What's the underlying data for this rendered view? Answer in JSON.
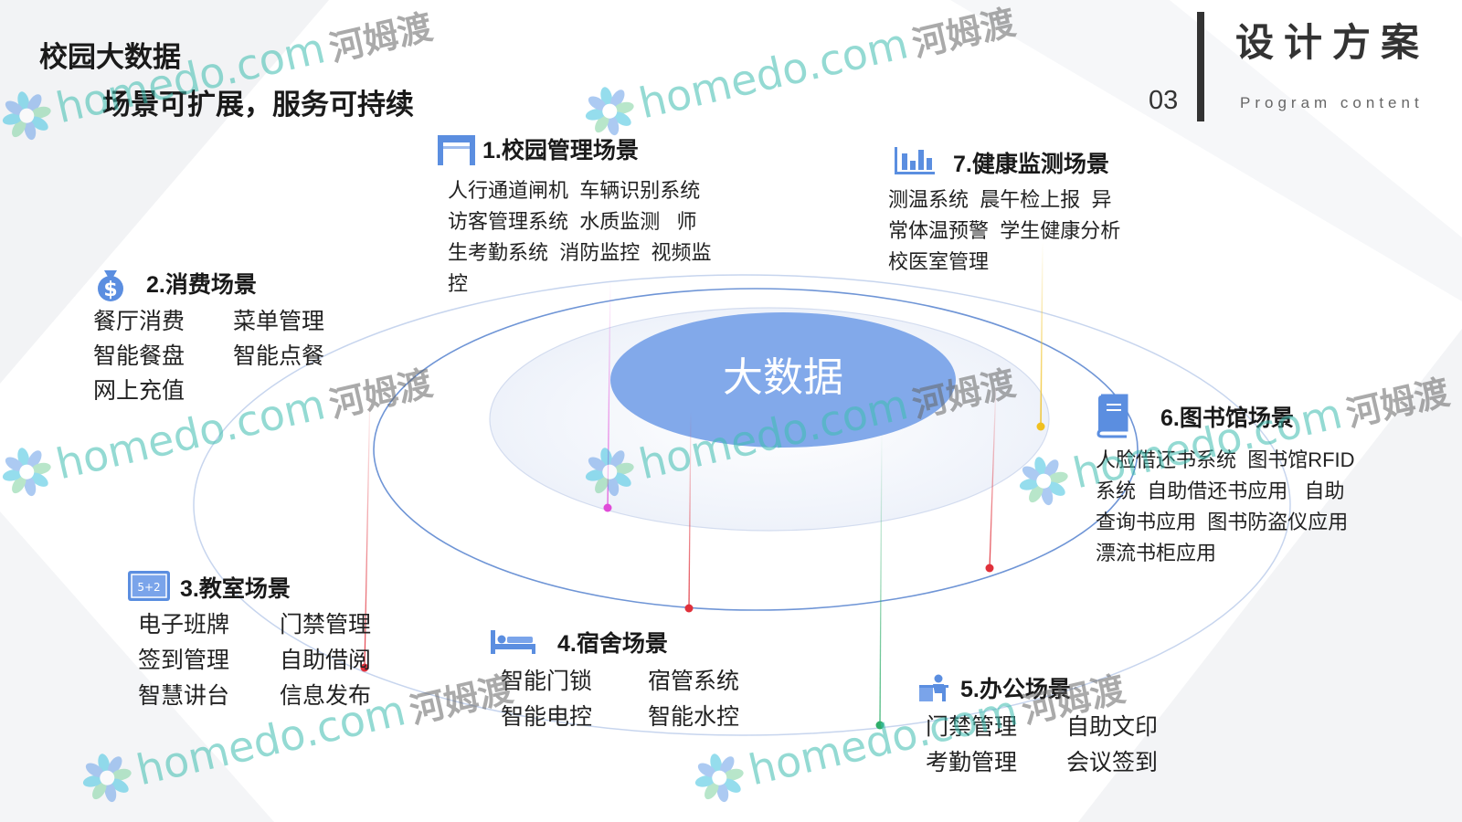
{
  "slide": {
    "title": "校园大数据",
    "subtitle": "场景可扩展，服务可持续",
    "page_number": "03",
    "header_title": "设计方案",
    "header_subtitle": "Program content"
  },
  "center": {
    "label": "大数据"
  },
  "watermark": {
    "brand": "homedo.com",
    "cn": "河姆渡"
  },
  "colors": {
    "icon_blue": "#5b8ee0",
    "core": "#82a9ea",
    "outer_ring": "#c7d5ee",
    "middle_ring": "#6f95d6",
    "inner_fill": "#f5f7fc",
    "connector_magenta": "#e04bd8",
    "connector_red": "#e0303a",
    "connector_yellow": "#f0c020",
    "connector_green": "#2fae6a"
  },
  "scenes": [
    {
      "title": "1.校园管理场景",
      "icon": "gate-icon",
      "lines": [
        "人行通道闸机  车辆识别系统",
        "访客管理系统  水质监测   师",
        "生考勤系统  消防监控  视频监",
        "控"
      ]
    },
    {
      "title": "2.消费场景",
      "icon": "money-bag-icon",
      "icon_text": "$",
      "items": [
        "餐厅消费",
        "菜单管理",
        "智能餐盘",
        "智能点餐",
        "网上充值"
      ]
    },
    {
      "title": "3.教室场景",
      "icon": "blackboard-icon",
      "icon_text": "5+2",
      "items": [
        "电子班牌",
        "门禁管理",
        "签到管理",
        "自助借阅",
        "智慧讲台",
        "信息发布"
      ]
    },
    {
      "title": "4.宿舍场景",
      "icon": "bed-icon",
      "items": [
        "智能门锁",
        "宿管系统",
        "智能电控",
        "智能水控"
      ]
    },
    {
      "title": "5.办公场景",
      "icon": "office-desk-icon",
      "items": [
        "门禁管理",
        "自助文印",
        "考勤管理",
        "会议签到"
      ]
    },
    {
      "title": "6.图书馆场景",
      "icon": "book-icon",
      "lines": [
        "人脸借还书系统  图书馆RFID",
        "系统  自助借还书应用   自助",
        "查询书应用  图书防盗仪应用",
        "漂流书柜应用"
      ]
    },
    {
      "title": "7.健康监测场景",
      "icon": "bar-chart-icon",
      "lines": [
        "测温系统  晨午检上报  异",
        "常体温预警  学生健康分析",
        "校医室管理"
      ]
    }
  ]
}
